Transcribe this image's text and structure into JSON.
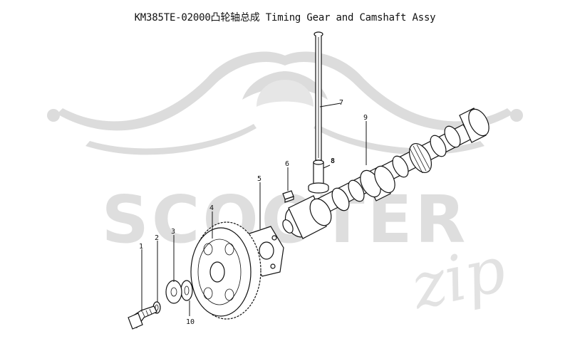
{
  "diagram": {
    "title": "KM385TE-02000凸轮轴总成 Timing Gear and Camshaft Assy",
    "watermark": {
      "brand": "SCOOTER",
      "script": "zip",
      "color": "#d9d9d9"
    },
    "callouts": [
      {
        "id": "1",
        "label": "1"
      },
      {
        "id": "2",
        "label": "2"
      },
      {
        "id": "3",
        "label": "3"
      },
      {
        "id": "4",
        "label": "4"
      },
      {
        "id": "5",
        "label": "5"
      },
      {
        "id": "6",
        "label": "6"
      },
      {
        "id": "7",
        "label": "7"
      },
      {
        "id": "8",
        "label": "8"
      },
      {
        "id": "9",
        "label": "9"
      },
      {
        "id": "10",
        "label": "10"
      }
    ],
    "parts": [
      {
        "callout": "1",
        "kind": "bolt"
      },
      {
        "callout": "2",
        "kind": "lock-washer"
      },
      {
        "callout": "3",
        "kind": "washer"
      },
      {
        "callout": "4",
        "kind": "timing-gear"
      },
      {
        "callout": "5",
        "kind": "thrust-plate"
      },
      {
        "callout": "6",
        "kind": "key"
      },
      {
        "callout": "7",
        "kind": "push-rod"
      },
      {
        "callout": "8",
        "kind": "tappet"
      },
      {
        "callout": "9",
        "kind": "camshaft"
      },
      {
        "callout": "10",
        "kind": "spacer"
      }
    ],
    "colors": {
      "ink": "#111111",
      "paper": "#ffffff"
    }
  }
}
